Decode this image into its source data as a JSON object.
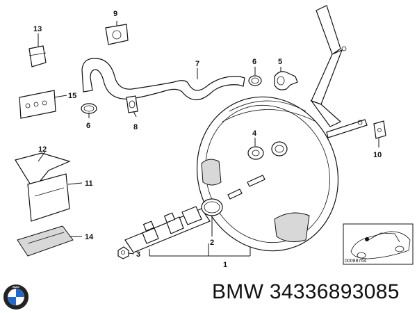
{
  "callouts": {
    "n1": "1",
    "n2": "2",
    "n3": "3",
    "n4": "4",
    "n5": "5",
    "n6a": "6",
    "n6b": "6",
    "n7": "7",
    "n8": "8",
    "n9": "9",
    "n10": "10",
    "n11": "11",
    "n12": "12",
    "n13": "13",
    "n14": "14",
    "n15": "15"
  },
  "inset": {
    "ref_code": "00088764"
  },
  "footer": {
    "brand_logo_text": "BMW",
    "caption": "BMW 34336893085"
  },
  "colors": {
    "line": "#111111",
    "background": "#ffffff",
    "logo_blue": "#1c69d4"
  }
}
